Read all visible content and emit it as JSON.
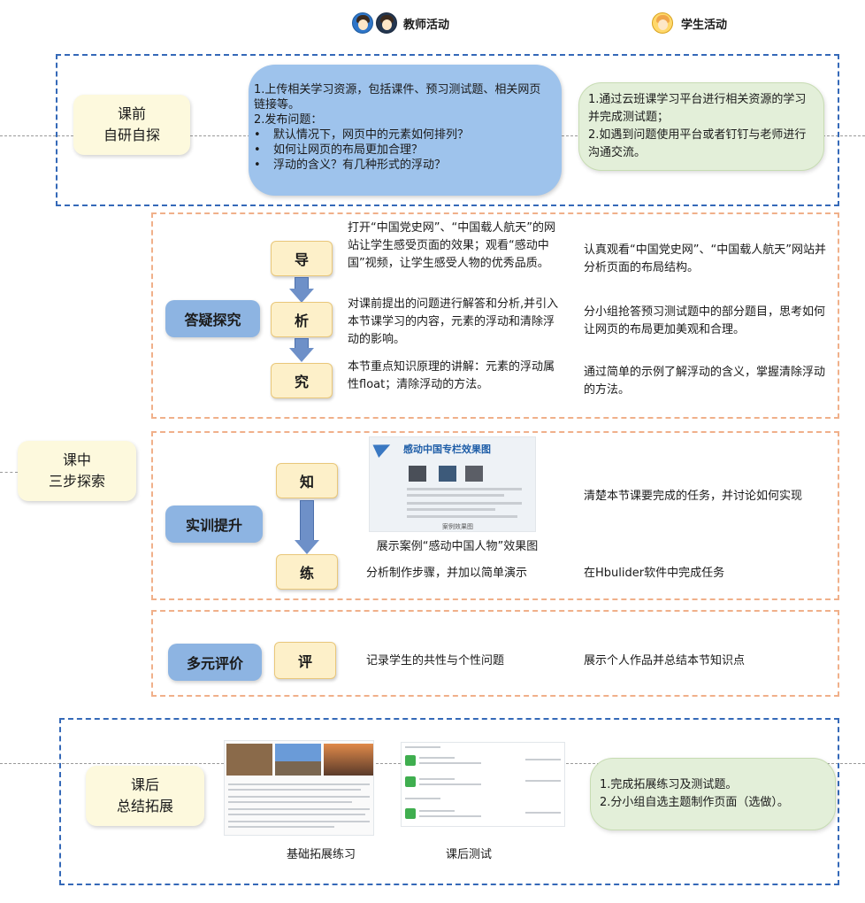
{
  "header": {
    "teacher": "教师活动",
    "student": "学生活动"
  },
  "stages": {
    "pre": [
      "课前",
      "自研自探"
    ],
    "mid": [
      "课中",
      "三步探索"
    ],
    "post": [
      "课后",
      "总结拓展"
    ]
  },
  "pre_teacher": {
    "line1": "1.上传相关学习资源，包括课件、预习测试题、相关网页链接等。",
    "line2": "2.发布问题：",
    "bullets": [
      "默认情况下，网页中的元素如何排列？",
      "如何让网页的布局更加合理？",
      "浮动的含义？有几种形式的浮动？"
    ]
  },
  "pre_student": {
    "line1": "1.通过云班课学习平台进行相关资源的学习并完成测试题；",
    "line2": "2.如遇到问题使用平台或者钉钉与老师进行沟通交流。"
  },
  "qa": {
    "label": "答疑探究",
    "steps": [
      "导",
      "析",
      "究"
    ],
    "teacher": [
      "打开“中国党史网”、“中国载人航天”的网站让学生感受页面的效果；观看“感动中国”视频，让学生感受人物的优秀品质。",
      "对课前提出的问题进行解答和分析,并引入本节课学习的内容，元素的浮动和清除浮动的影响。",
      "本节重点知识原理的讲解：元素的浮动属性float；清除浮动的方法。"
    ],
    "student": [
      "认真观看“中国党史网”、“中国载人航天”网站并分析页面的布局结构。",
      "分小组抢答预习测试题中的部分题目，思考如何让网页的布局更加美观和合理。",
      "通过简单的示例了解浮动的含义，掌握清除浮动的方法。"
    ]
  },
  "train": {
    "label": "实训提升",
    "steps": [
      "知",
      "练"
    ],
    "image_title": "感动中国专栏效果图",
    "image_button": "案例效果图",
    "caption": "展示案例“感动中国人物”效果图",
    "teacher2": "分析制作步骤，并加以简单演示",
    "student1": "清楚本节课要完成的任务，并讨论如何实现",
    "student2": "在Hbulider软件中完成任务"
  },
  "eval": {
    "label": "多元评价",
    "step": "评",
    "teacher": "记录学生的共性与个性问题",
    "student": "展示个人作品并总结本节知识点"
  },
  "post": {
    "caption1": "基础拓展练习",
    "caption2": "课后测试",
    "student1": "1.完成拓展练习及测试题。",
    "student2": "2.分小组自选主题制作页面（选做）。"
  }
}
